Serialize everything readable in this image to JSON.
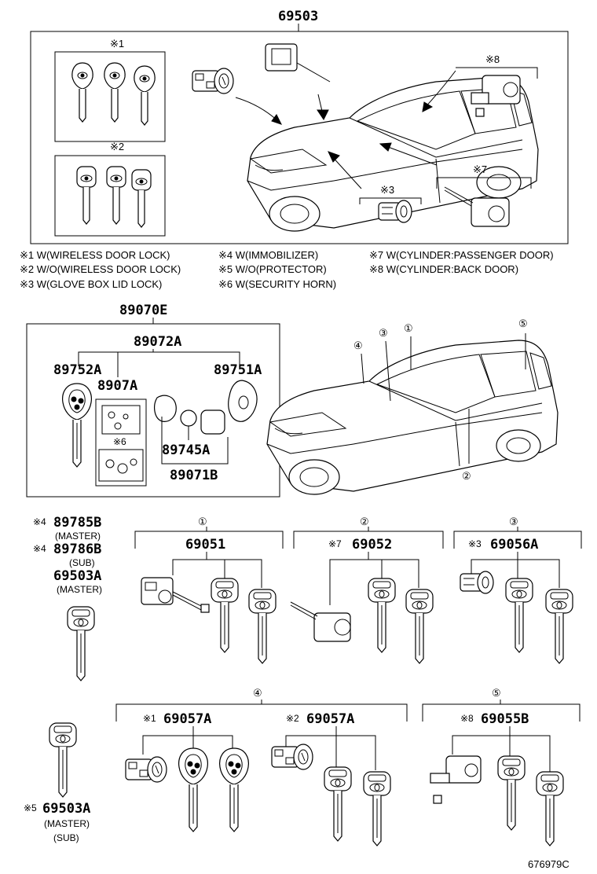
{
  "top": {
    "main_part": "69503",
    "box1_mark": "※1",
    "box2_mark": "※2",
    "mark8": "※8",
    "mark7": "※7",
    "mark3": "※3"
  },
  "legend": [
    "※1 W(WIRELESS DOOR LOCK)",
    "※2 W/O(WIRELESS DOOR LOCK)",
    "※3 W(GLOVE BOX LID LOCK)",
    "※4 W(IMMOBILIZER)",
    "※5 W/O(PROTECTOR)",
    "※6 W(SECURITY HORN)",
    "※7 W(CYLINDER:PASSENGER DOOR)",
    "※8 W(CYLINDER:BACK DOOR)"
  ],
  "transmitter": {
    "assembly": "89070E",
    "sub_assembly": "89072A",
    "left_key": "89752A",
    "middle": "8907A",
    "right_key": "89751A",
    "mark6": "※6",
    "battery": "89745A",
    "cover": "89071B"
  },
  "car_callouts": [
    "①",
    "②",
    "③",
    "④",
    "⑤"
  ],
  "left_col": {
    "line1_mark": "※4",
    "line1_part": "89785B",
    "line1_sub": "(MASTER)",
    "line2_mark": "※4",
    "line2_part": "89786B",
    "line2_sub": "(SUB)",
    "line3_part": "69503A",
    "line3_sub": "(MASTER)"
  },
  "sets": [
    {
      "num": "①",
      "mark": "",
      "part": "69051"
    },
    {
      "num": "②",
      "mark": "※7",
      "part": "69052"
    },
    {
      "num": "③",
      "mark": "※3",
      "part": "69056A"
    }
  ],
  "set4": {
    "num": "④",
    "a_mark": "※1",
    "a_part": "69057A",
    "b_mark": "※2",
    "b_part": "69057A"
  },
  "set5": {
    "num": "⑤",
    "mark": "※8",
    "part": "69055B"
  },
  "bottom_left": {
    "mark": "※5",
    "part": "69503A",
    "sub1": "(MASTER)",
    "sub2": "(SUB)"
  },
  "catalog_no": "676979C"
}
